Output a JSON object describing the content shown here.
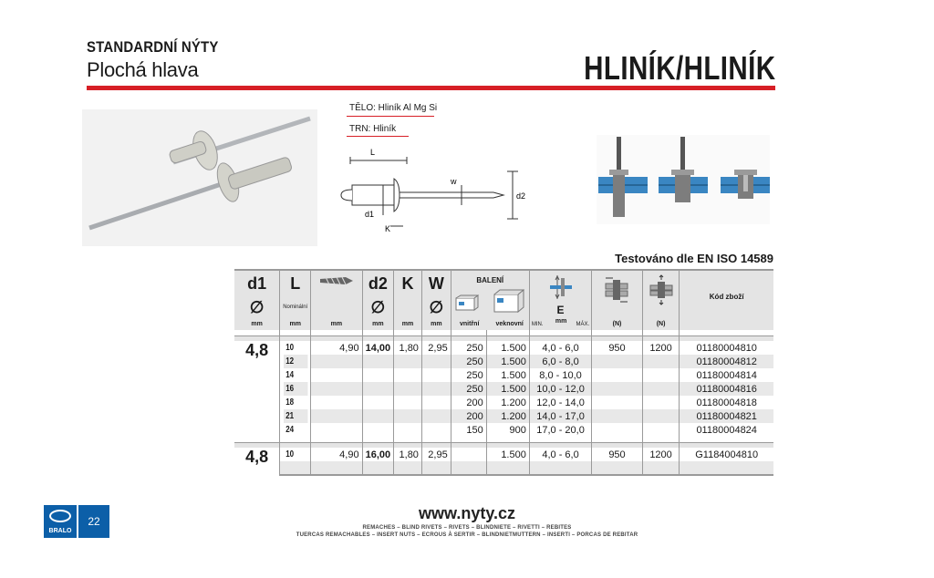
{
  "header": {
    "kicker": "STANDARDNÍ NÝTY",
    "subtitle": "Plochá hlava",
    "material": "HLINÍK/HLINÍK"
  },
  "specs": {
    "body": "TĚLO: Hliník Al Mg Si",
    "mandrel": "TRN: Hliník"
  },
  "diagram_labels": {
    "L": "L",
    "w": "w",
    "d1": "d1",
    "d2": "d2",
    "K": "K"
  },
  "tested": "Testováno dle EN ISO 14589",
  "table": {
    "headers": {
      "d1": "d1",
      "L": "L",
      "d2": "d2",
      "K": "K",
      "W": "W",
      "diam": "∅",
      "nominal": "Nominální",
      "baleni": "BALENÍ",
      "E": "E",
      "units": [
        "mm",
        "mm",
        "mm",
        "mm",
        "mm",
        "mm"
      ],
      "vnitrni": "vnitřní",
      "veknovni": "veknovní",
      "min": "MIN.",
      "e_mm": "mm",
      "max": "MÁX.",
      "shear": "(N)",
      "tensile": "(N)",
      "code": "Kód zboží"
    },
    "group1": {
      "d1": "4,8",
      "rows": [
        {
          "L": "10",
          "dh": "4,90",
          "d2": "14,00",
          "K": "1,80",
          "W": "2,95",
          "inner": "250",
          "outer": "1.500",
          "E": "4,0 -  6,0",
          "shear": "950",
          "tensile": "1200",
          "code": "01180004810"
        },
        {
          "L": "12",
          "inner": "250",
          "outer": "1.500",
          "E": "6,0 -  8,0",
          "code": "01180004812"
        },
        {
          "L": "14",
          "inner": "250",
          "outer": "1.500",
          "E": "8,0 - 10,0",
          "code": "01180004814"
        },
        {
          "L": "16",
          "inner": "250",
          "outer": "1.500",
          "E": "10,0 - 12,0",
          "code": "01180004816"
        },
        {
          "L": "18",
          "inner": "200",
          "outer": "1.200",
          "E": "12,0 - 14,0",
          "code": "01180004818"
        },
        {
          "L": "21",
          "inner": "200",
          "outer": "1.200",
          "E": "14,0 - 17,0",
          "code": "01180004821"
        },
        {
          "L": "24",
          "inner": "150",
          "outer": "900",
          "E": "17,0 - 20,0",
          "code": "01180004824"
        }
      ]
    },
    "group2": {
      "d1": "4,8",
      "rows": [
        {
          "L": "10",
          "dh": "4,90",
          "d2": "16,00",
          "K": "1,80",
          "W": "2,95",
          "outer": "1.500",
          "E": "4,0  -  6,0",
          "shear": "950",
          "tensile": "1200",
          "code": "G1184004810"
        }
      ]
    }
  },
  "footer": {
    "logo_text": "BRALO",
    "page": "22",
    "url": "www.nyty.cz",
    "line1": "REMACHES – BLIND RIVETS – RIVETS – BLINDNIETE – RIVETTI – REBITES",
    "line2": "TUERCAS REMACHABLES – INSERT NUTS – ECROUS À SERTIR – BLINDNIETMUTTERN – INSERTI – PORCAS DE REBITAR"
  },
  "colors": {
    "accent_red": "#d71f26",
    "brand_blue": "#0c5fa8",
    "table_shade": "#e4e4e4"
  }
}
